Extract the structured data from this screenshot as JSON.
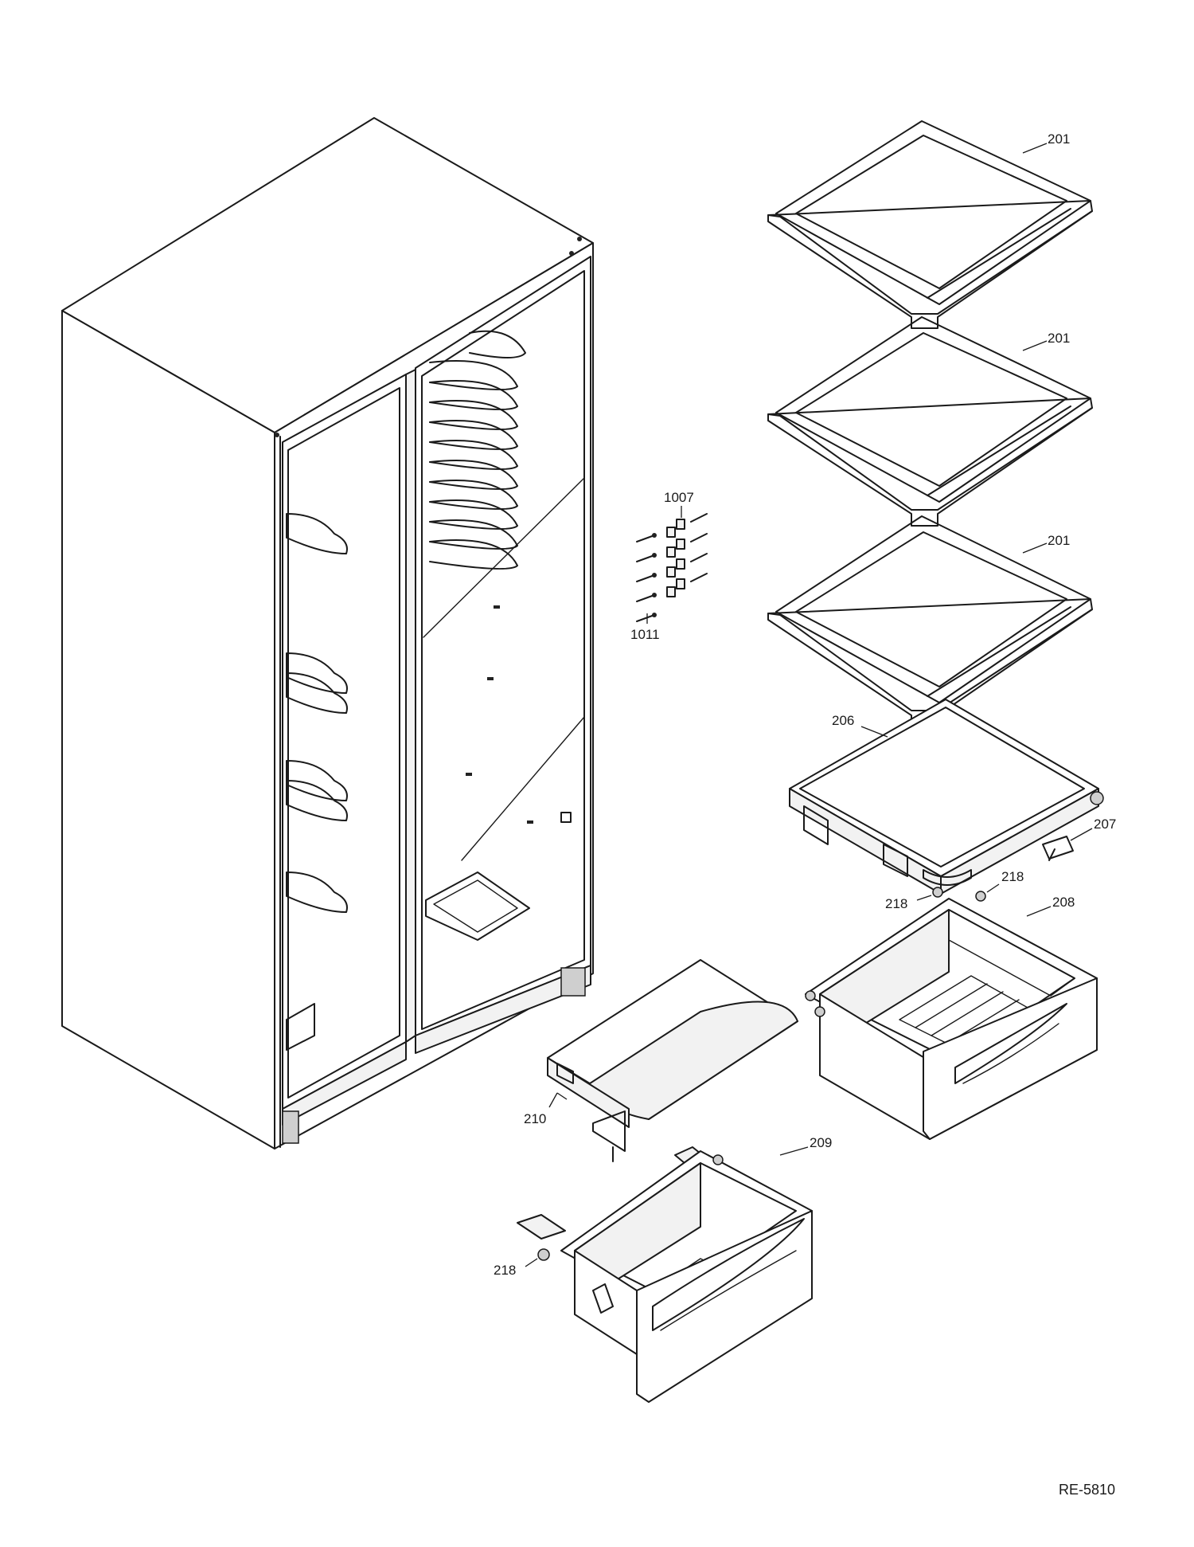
{
  "callouts": {
    "shelf_top": "201",
    "shelf_mid": "201",
    "shelf_low": "201",
    "hardware_top": "1007",
    "hardware_bottom": "1011",
    "crisper_cover": "206",
    "cover_support": "207",
    "roller_a": "218",
    "roller_b": "218",
    "roller_c": "218",
    "crisper_drawer": "208",
    "drawer_cover": "210",
    "pan_drawer": "209"
  },
  "document_id": "RE-5810"
}
